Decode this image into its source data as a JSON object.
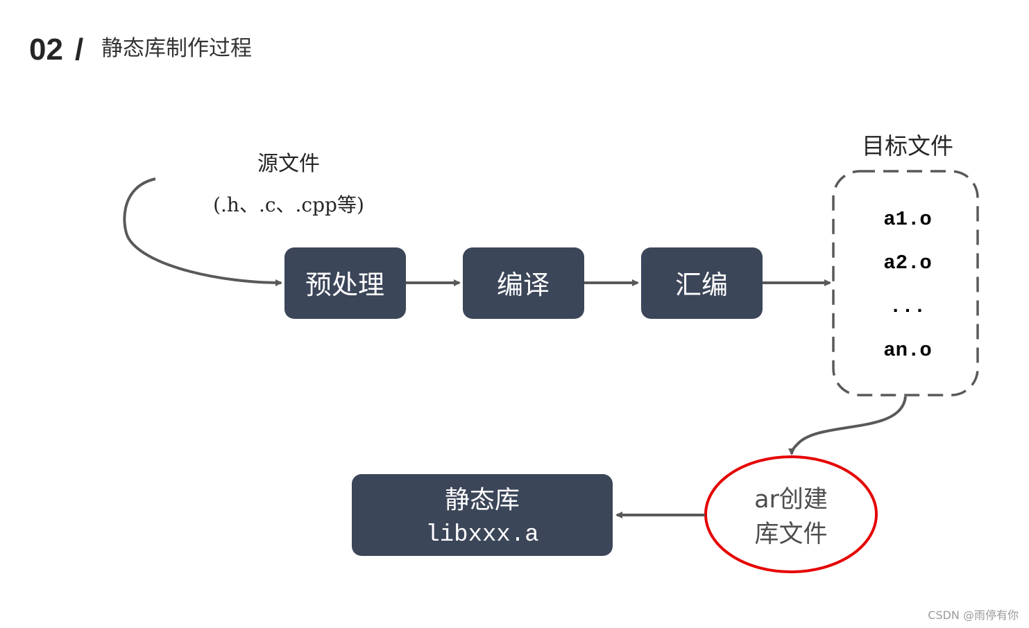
{
  "header": {
    "number": "02",
    "slash": "/",
    "title": "静态库制作过程"
  },
  "source": {
    "label": "源文件",
    "types": "(.h、.c、.cpp等)"
  },
  "steps": [
    {
      "label": "预处理"
    },
    {
      "label": "编译"
    },
    {
      "label": "汇编"
    }
  ],
  "objects": {
    "label": "目标文件",
    "files": [
      "a1.o",
      "a2.o",
      "...",
      "an.o"
    ]
  },
  "ar_step": {
    "line1": "ar创建",
    "line2": "库文件"
  },
  "library": {
    "line1": "静态库",
    "line2": "libxxx.a"
  },
  "watermark": "CSDN @雨停有你",
  "colors": {
    "box_fill": "#3c4659",
    "box_text": "#ffffff",
    "arrow": "#595959",
    "dashed": "#595959",
    "highlight_ring": "#e60000",
    "title_text": "#262626",
    "label_text": "#262626",
    "watermark_text": "#9a9a9a"
  }
}
